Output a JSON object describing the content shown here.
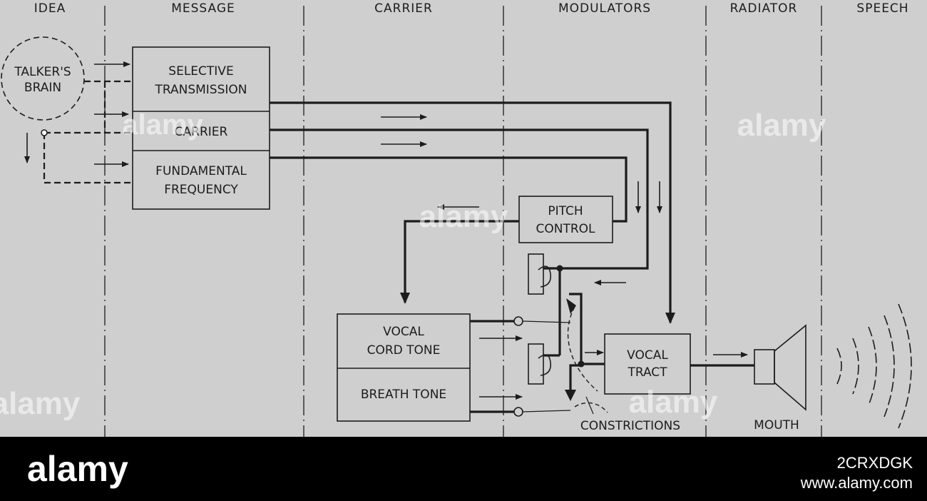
{
  "columns": {
    "idea": "IDEA",
    "message": "MESSAGE",
    "carrier": "CARRIER",
    "modulators": "MODULATORS",
    "radiator": "RADIATOR",
    "speech": "SPEECH"
  },
  "nodes": {
    "brain_line1": "TALKER'S",
    "brain_line2": "BRAIN",
    "selective_line1": "SELECTIVE",
    "selective_line2": "TRANSMISSION",
    "carrier": "CARRIER",
    "fundamental_line1": "FUNDAMENTAL",
    "fundamental_line2": "FREQUENCY",
    "pitch_line1": "PITCH",
    "pitch_line2": "CONTROL",
    "vocal_cord_tone": "VOCAL CORD TONE",
    "vocal_cord_line1": "VOCAL",
    "vocal_cord_line2": "CORD TONE",
    "breath_tone": "BREATH TONE",
    "vocal_tract_line1": "VOCAL",
    "vocal_tract_line2": "TRACT",
    "constrictions": "CONSTRICTIONS",
    "mouth": "MOUTH"
  },
  "watermark": {
    "brand": "alamy",
    "image_id": "2CRXDGK",
    "site": "www.alamy.com"
  },
  "colors": {
    "paper": "#cfcfcf",
    "ink": "#1c1c1c",
    "bar": "#000000"
  }
}
